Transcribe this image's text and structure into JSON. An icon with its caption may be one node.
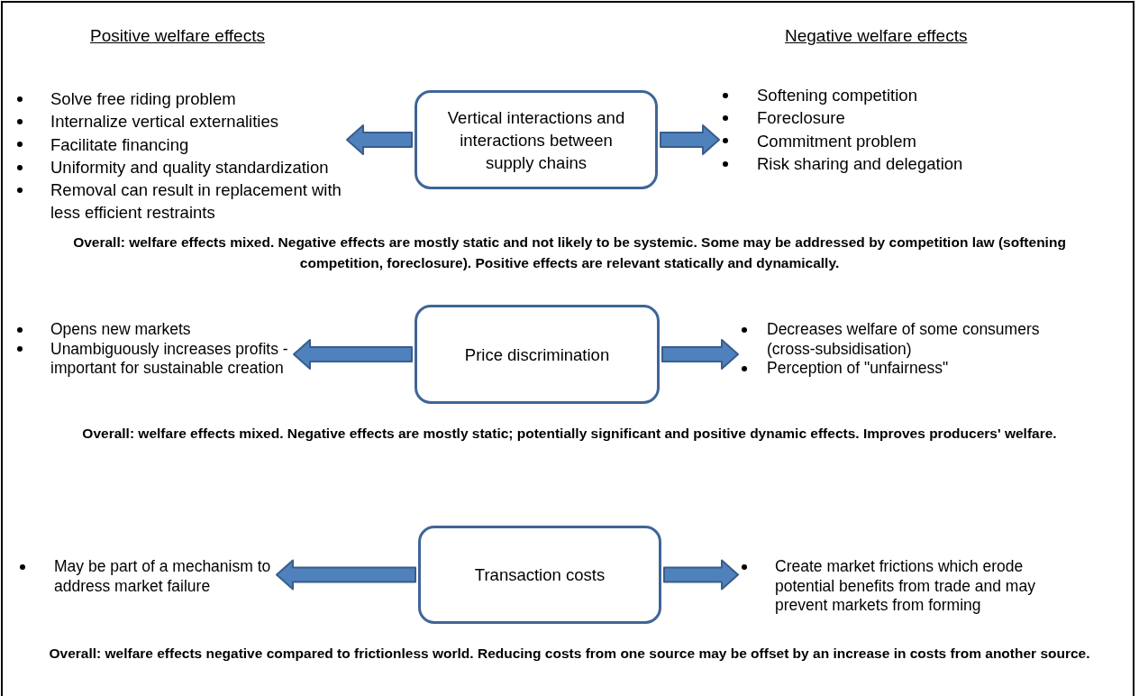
{
  "diagram": {
    "nodes": [
      {
        "text": [
          "Vertical interactions and interactions between supply chains"
        ]
      },
      {
        "text": [
          "Solve free riding problem",
          "Internalize vertical externalities",
          "Facilitate financing",
          "Uniformity and quality standardization",
          "Removal can result in replacement with less efficient restraints"
        ]
      },
      {
        "text": [
          "Softening competition",
          "Foreclosure",
          "Commitment problem",
          "Risk sharing and delegation"
        ]
      },
      {
        "text": [
          "Price discrimination"
        ]
      },
      {
        "text": [
          "Opens new markets",
          "Unambiguously increases profits - important for sustainable creation"
        ]
      },
      {
        "text": [
          "Decreases welfare of some consumers (cross-subsidisation)",
          "Perception of \"unfairness\""
        ]
      },
      {
        "text": [
          "Transaction costs"
        ]
      },
      {
        "text": [
          "May be part of a mechanism to address market failure"
        ]
      },
      {
        "text": [
          "Create market frictions which erode potential benefits from trade and may prevent markets from forming"
        ]
      }
    ],
    "edges": [
      {
        "from": 0,
        "to": 1,
        "arrow": "to"
      },
      {
        "from": 0,
        "to": 2,
        "arrow": "to"
      },
      {
        "from": 3,
        "to": 4,
        "arrow": "to"
      },
      {
        "from": 3,
        "to": 5,
        "arrow": "to"
      },
      {
        "from": 6,
        "to": 7,
        "arrow": "to"
      },
      {
        "from": 6,
        "to": 8,
        "arrow": "to"
      }
    ],
    "labels": [
      "Positive welfare effects",
      "Negative welfare effects",
      "Overall: welfare effects mixed. Negative effects are mostly static and not likely to be systemic. Some may be addressed by competition law (softening competition, foreclosure). Positive effects are relevant statically and dynamically.",
      "Overall: welfare effects mixed. Negative effects are mostly static; potentially significant and positive dynamic effects. Improves producers' welfare.",
      "Overall: welfare effects negative compared to frictionless world. Reducing costs from one source may be offset by an increase in costs from another source."
    ]
  }
}
